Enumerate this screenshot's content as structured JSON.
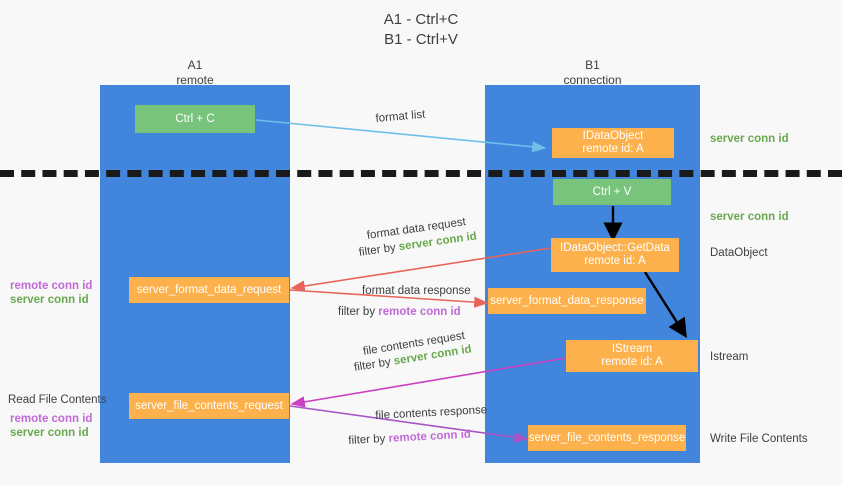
{
  "title": {
    "line1": "A1 - Ctrl+C",
    "line2": "B1 - Ctrl+V"
  },
  "lanes": [
    {
      "name": "A1",
      "sub": "remote",
      "color": "#4285dd"
    },
    {
      "name": "B1",
      "sub": "connection",
      "color": "#4285dd"
    }
  ],
  "colors": {
    "lane": "#4285dd",
    "green_box": "#79c47d",
    "orange_box": "#fcb14c",
    "server_conn": "#6aa84f",
    "remote_conn": "#c16ad6",
    "arrow_blue": "#6ec0ea",
    "arrow_red": "#e8645a",
    "arrow_magenta": "#cc3fc0",
    "arrow_purple": "#a855c8",
    "arrow_black": "#000000",
    "text": "#3c4043"
  },
  "boxes": {
    "ctrl_c": "Ctrl + C",
    "ctrl_v": "Ctrl + V",
    "idataobject_line1": "IDataObject",
    "idataobject_line2": "remote id: A",
    "getdata_line1": "IDataObject::GetData",
    "getdata_line2": "remote id: A",
    "istream_line1": "IStream",
    "istream_line2": "remote id: A",
    "server_format_data_request": "server_format_data_request",
    "server_format_data_response": "server_format_data_response",
    "server_file_contents_request": "server_file_contents_request",
    "server_file_contents_response": "server_file_contents_response"
  },
  "arrow_labels": {
    "format_list": "format list",
    "format_data_request": "format data request",
    "format_data_request_filter_prefix": "filter by",
    "format_data_request_filter_value": "server conn id",
    "format_data_response": "format data response",
    "format_data_response_filter_prefix": "filter by",
    "format_data_response_filter_value": "remote conn id",
    "file_contents_request": "file contents request",
    "file_contents_request_filter_prefix": "filter by",
    "file_contents_request_filter_value": "server conn id",
    "file_contents_response": "file contents response",
    "file_contents_response_filter_prefix": "filter by",
    "file_contents_response_filter_value": "remote conn id"
  },
  "right_annotations": [
    {
      "text": "server conn id",
      "style": "green"
    },
    {
      "text": "server conn id",
      "style": "green"
    },
    {
      "text": "DataObject",
      "style": "plain"
    },
    {
      "text": "Istream",
      "style": "plain"
    },
    {
      "text": "Write File Contents",
      "style": "plain"
    }
  ],
  "left_annotations": {
    "group1_remote": "remote conn id",
    "group1_server": "server conn id",
    "read_file_contents": "Read File Contents",
    "group2_remote": "remote conn id",
    "group2_server": "server conn id"
  }
}
